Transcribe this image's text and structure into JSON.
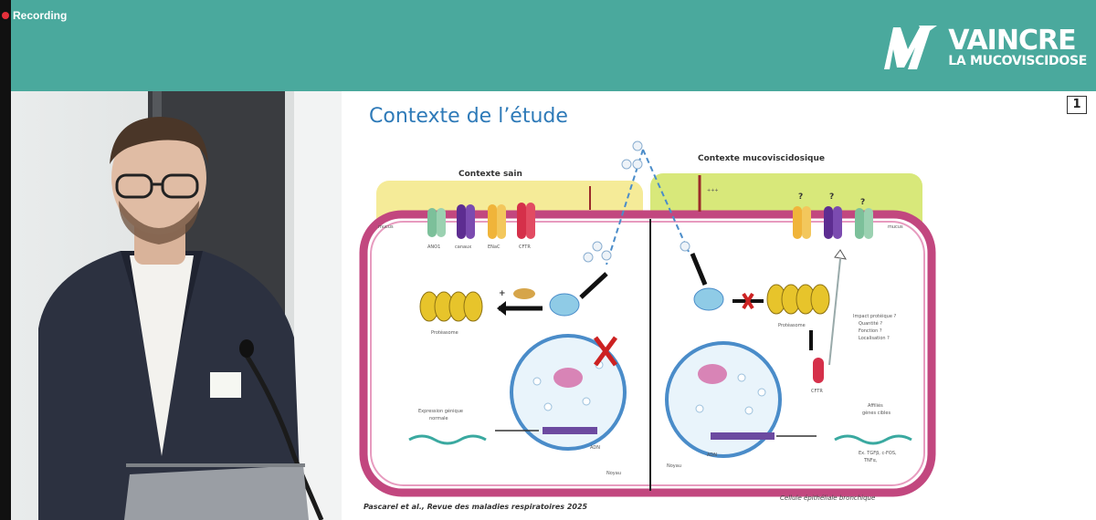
{
  "recording": {
    "label": "Recording"
  },
  "logo": {
    "line1": "VAINCRE",
    "line2": "LA MUCOVISCIDOSE"
  },
  "slide": {
    "title": "Contexte de l’étude",
    "number": "1",
    "left_panel_title": "Contexte sain",
    "right_panel_title": "Contexte mucoviscidosique",
    "mucus_label_left": "mucus",
    "mucus_label_right": "mucus",
    "proteasome_left": "Protéasome",
    "proteasome_right": "Protéasome",
    "question_mark": "?",
    "arrow_label": "+++",
    "channel_labels": [
      "ANO1",
      "canaux",
      "ENaC",
      "CFTR"
    ],
    "cftr_label": "CFTR",
    "gene_expression_label": [
      "Expression génique",
      "normale"
    ],
    "nucleus_left": "Noyau",
    "nucleus_right": "Noyau",
    "adn_label": "ADN",
    "protein_impact": [
      "Impact protéique ?",
      "Quantité ?",
      "Fonction ?",
      "Localisation ?"
    ],
    "target_genes": [
      "Affiliés",
      "gènes cibles"
    ],
    "target_examples": [
      "Ex. TGFβ, c-FOS,",
      "TNFα,"
    ],
    "cell_label": "Cellule épithéliale bronchique",
    "citation": "Pascarel et al., Revue des maladies respiratoires 2025"
  },
  "colors": {
    "header_bg": "#4aa99d",
    "title_blue": "#2e7ab8",
    "membrane": "#c2477f",
    "mucus_left": "#f5eb98",
    "mucus_right": "#d8e87a"
  }
}
